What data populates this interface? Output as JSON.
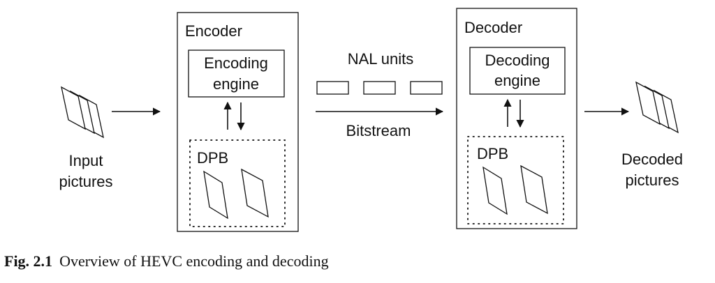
{
  "labels": {
    "encoder": "Encoder",
    "encoding_engine_line1": "Encoding",
    "encoding_engine_line2": "engine",
    "decoder": "Decoder",
    "decoding_engine_line1": "Decoding",
    "decoding_engine_line2": "engine",
    "dpb_encoder": "DPB",
    "dpb_decoder": "DPB",
    "nal_units": "NAL units",
    "bitstream": "Bitstream",
    "input_line1": "Input",
    "input_line2": "pictures",
    "decoded_line1": "Decoded",
    "decoded_line2": "pictures"
  },
  "caption": {
    "number": "Fig. 2.1",
    "text": "Overview of HEVC encoding and decoding"
  }
}
